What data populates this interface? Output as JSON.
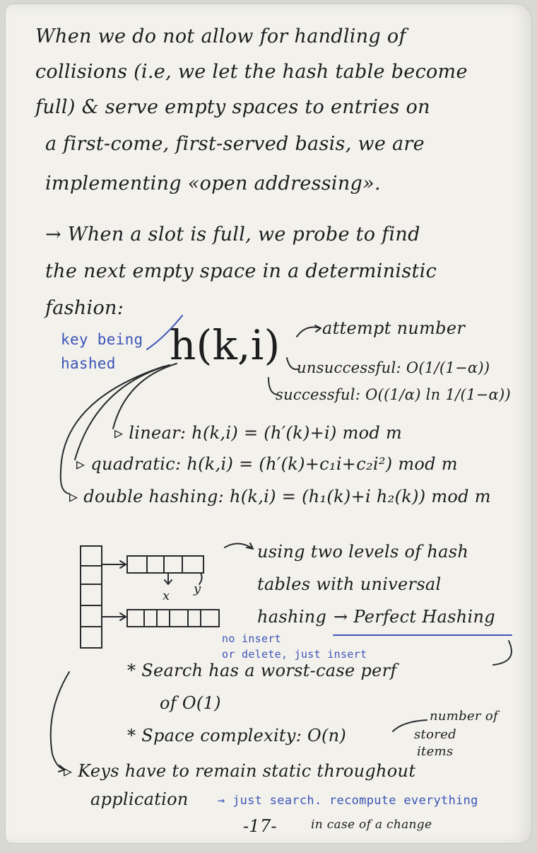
{
  "paragraph": {
    "line1": "When we do not allow for handling of",
    "line2": "collisions (i.e, we let the hash table become",
    "line3": "full) & serve empty spaces to entries on",
    "line4": "a first-come, first-served basis, we are",
    "line5": "implementing «open addressing»."
  },
  "probe": {
    "line1": "→ When a slot is full, we probe to find",
    "line2": "the next empty space in a deterministic",
    "line3": "fashion:"
  },
  "hash_func": {
    "formula": "h(k,i)",
    "key_label_1": "key being",
    "key_label_2": "hashed",
    "attempt_label": "attempt number",
    "unsuccessful": "unsuccessful: O(1/(1−α))",
    "successful": "successful: O((1/α) ln 1/(1−α))"
  },
  "methods": {
    "linear": "▹ linear: h(k,i) = (h′(k)+i) mod m",
    "quadratic": "▹ quadratic: h(k,i) = (h′(k)+c₁i+c₂i²) mod m",
    "double": "▹ double hashing: h(k,i) = (h₁(k)+i h₂(k)) mod m"
  },
  "perfect": {
    "desc1": "using two levels of hash",
    "desc2": "tables with universal",
    "desc3": "hashing",
    "name": "→ Perfect Hashing",
    "diagram_x": "x",
    "diagram_y": "y",
    "note1": "no insert",
    "note2": "or delete, just insert",
    "search1": "* Search has a worst-case perf",
    "search2": "of O(1)",
    "space": "* Space complexity: O(n)",
    "stored1": "number of",
    "stored2": "stored",
    "stored3": "items",
    "keys1": "▹ Keys have to remain static throughout",
    "keys2": "application",
    "recompute1": "→ just search. recompute everything",
    "recompute2": "in case of a change"
  },
  "footer": {
    "page_number": "-17-"
  }
}
